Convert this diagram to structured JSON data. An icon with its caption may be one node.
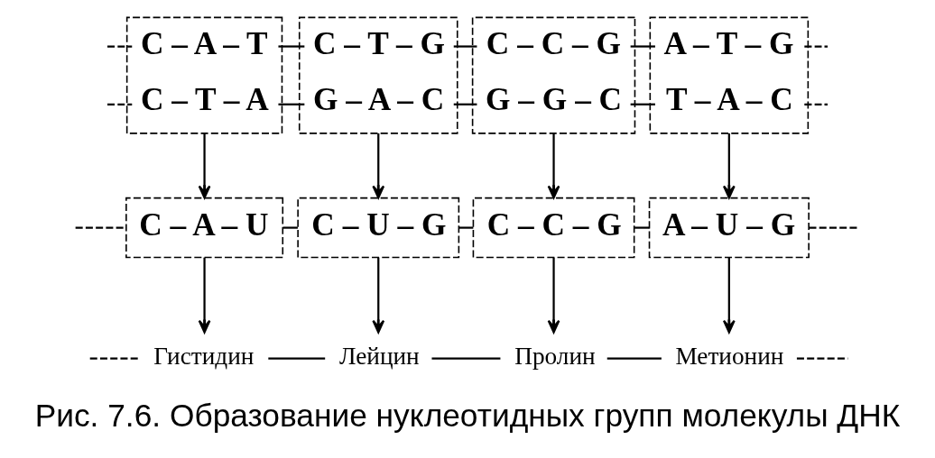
{
  "diagram": {
    "caption": "Рис. 7.6. Образование нуклеотидных групп молекулы ДНК",
    "nodes": [
      {
        "text": [
          "C – A – T",
          "C – T – A"
        ]
      },
      {
        "text": [
          "C – T – G",
          "G – A – C"
        ]
      },
      {
        "text": [
          "C – C – G",
          "G – G – C"
        ]
      },
      {
        "text": [
          "A – T – G",
          "T – A – C"
        ]
      },
      {
        "text": [
          "C – A – U"
        ]
      },
      {
        "text": [
          "C – U – G"
        ]
      },
      {
        "text": [
          "C – C – G"
        ]
      },
      {
        "text": [
          "A – U – G"
        ]
      },
      {
        "text": [
          "Гистидин"
        ]
      },
      {
        "text": [
          "Лейцин"
        ]
      },
      {
        "text": [
          "Пролин"
        ]
      },
      {
        "text": [
          "Метионин"
        ]
      }
    ],
    "edges": [
      {
        "from": null,
        "to": 0,
        "arrow": "none",
        "style": "dashed"
      },
      {
        "from": 0,
        "to": 1,
        "arrow": "none"
      },
      {
        "from": 1,
        "to": 2,
        "arrow": "none"
      },
      {
        "from": 2,
        "to": 3,
        "arrow": "none"
      },
      {
        "from": 3,
        "to": null,
        "arrow": "none",
        "style": "dashed"
      },
      {
        "from": null,
        "to": 0,
        "arrow": "none",
        "style": "dashed"
      },
      {
        "from": 0,
        "to": 1,
        "arrow": "none"
      },
      {
        "from": 1,
        "to": 2,
        "arrow": "none"
      },
      {
        "from": 2,
        "to": 3,
        "arrow": "none"
      },
      {
        "from": 3,
        "to": null,
        "arrow": "none",
        "style": "dashed"
      },
      {
        "from": 0,
        "to": 4,
        "arrow": "to"
      },
      {
        "from": 1,
        "to": 5,
        "arrow": "to"
      },
      {
        "from": 2,
        "to": 6,
        "arrow": "to"
      },
      {
        "from": 3,
        "to": 7,
        "arrow": "to"
      },
      {
        "from": null,
        "to": 4,
        "arrow": "none",
        "style": "dashed"
      },
      {
        "from": 4,
        "to": 5,
        "arrow": "none"
      },
      {
        "from": 5,
        "to": 6,
        "arrow": "none"
      },
      {
        "from": 6,
        "to": 7,
        "arrow": "none"
      },
      {
        "from": 7,
        "to": null,
        "arrow": "none",
        "style": "dashed"
      },
      {
        "from": 4,
        "to": 8,
        "arrow": "to"
      },
      {
        "from": 5,
        "to": 9,
        "arrow": "to"
      },
      {
        "from": 6,
        "to": 10,
        "arrow": "to"
      },
      {
        "from": 7,
        "to": 11,
        "arrow": "to"
      },
      {
        "from": null,
        "to": 8,
        "arrow": "none",
        "style": "dashed"
      },
      {
        "from": 8,
        "to": 9,
        "arrow": "none"
      },
      {
        "from": 9,
        "to": 10,
        "arrow": "none"
      },
      {
        "from": 10,
        "to": 11,
        "arrow": "none"
      },
      {
        "from": 11,
        "to": null,
        "arrow": "none",
        "style": "dashed"
      }
    ]
  }
}
